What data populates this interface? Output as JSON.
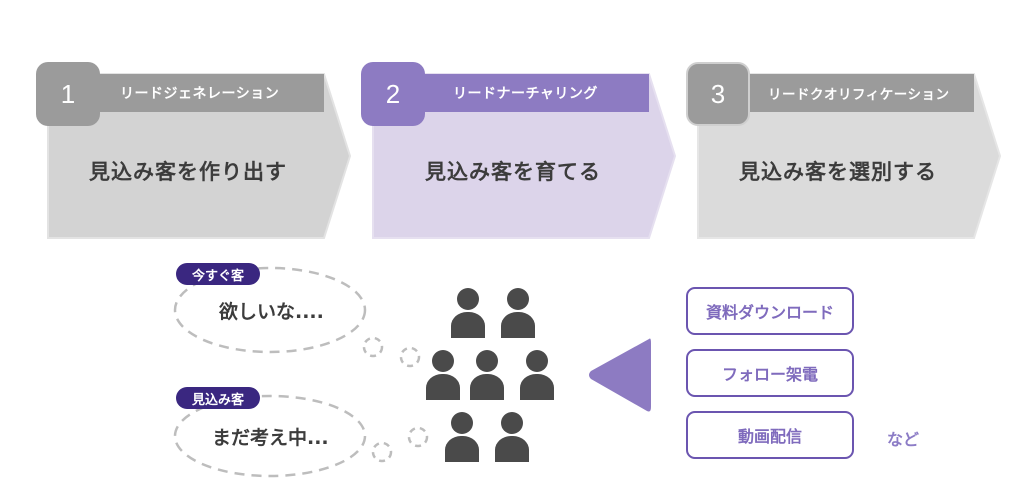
{
  "colors": {
    "step_gray_bg": "#d3d3d3",
    "step_gray_bar": "#9b9b9b",
    "step_purple_bg": "#dcd4ea",
    "step_purple_bar": "#8d7bc2",
    "tag_bg": "#3a2780",
    "action_border": "#6b55b0",
    "person_icon": "#4a4a4a"
  },
  "steps": [
    {
      "number": "1",
      "label": "リードジェネレーション",
      "title": "見込み客を作り出す",
      "theme": "gray"
    },
    {
      "number": "2",
      "label": "リードナーチャリング",
      "title": "見込み客を育てる",
      "theme": "purple"
    },
    {
      "number": "3",
      "label": "リードクオリフィケーション",
      "title": "見込み客を選別する",
      "theme": "gray-light"
    }
  ],
  "bubbles": [
    {
      "tag": "今すぐ客",
      "text": "欲しいな...."
    },
    {
      "tag": "見込み客",
      "text": "まだ考え中..."
    }
  ],
  "people_icon": "people-group-icon",
  "arrow_icon": "triangle-left-icon",
  "actions": [
    {
      "label": "資料ダウンロード"
    },
    {
      "label": "フォロー架電"
    },
    {
      "label": "動画配信"
    }
  ],
  "actions_suffix": "など"
}
